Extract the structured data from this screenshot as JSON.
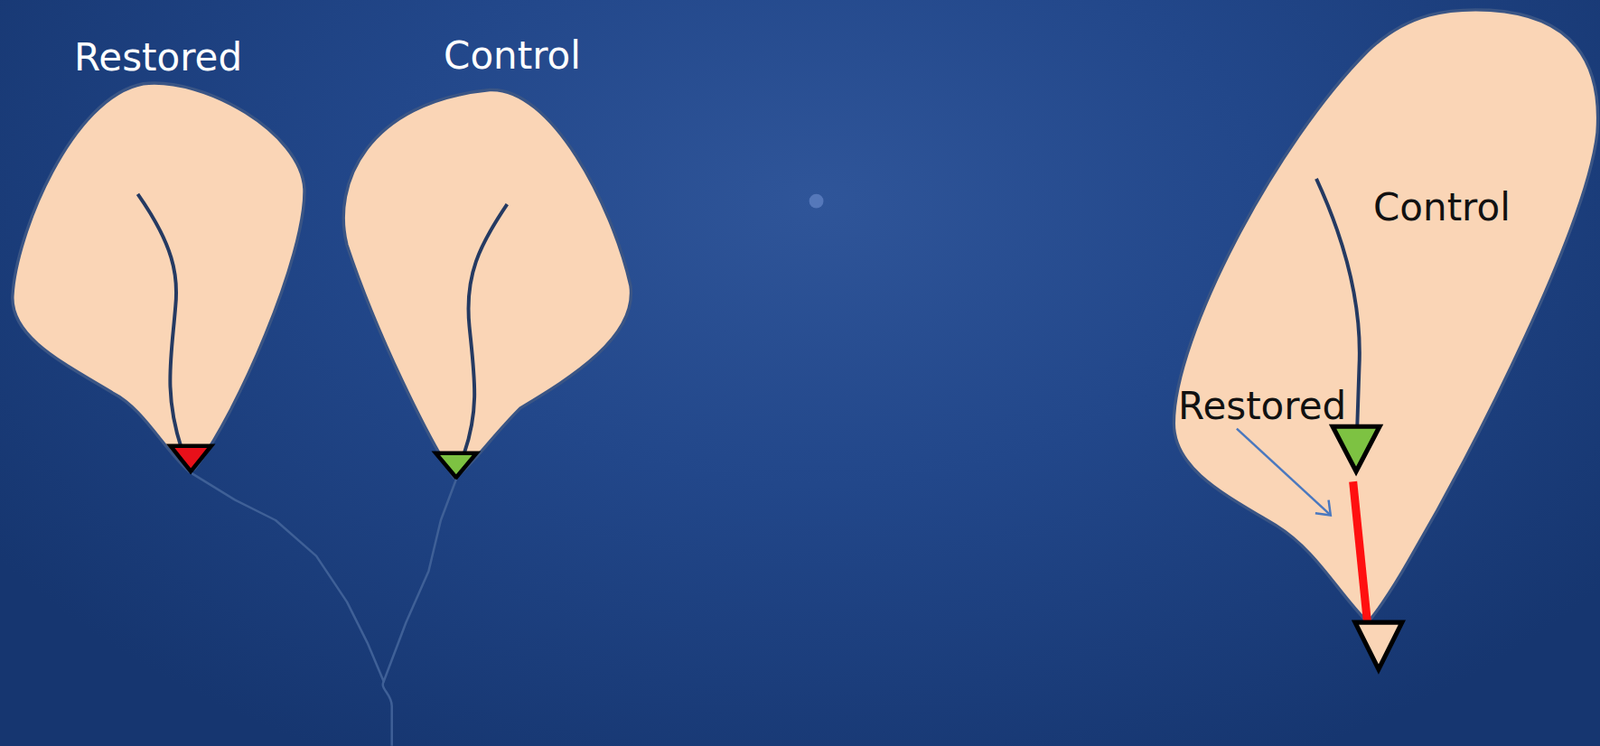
{
  "diagram": {
    "nodes": [
      {
        "text": [
          "Restored"
        ]
      },
      {
        "text": [
          "Control"
        ]
      },
      {
        "text": [
          "Control",
          "Restored"
        ]
      }
    ],
    "edges": [
      {
        "from": 0,
        "to": 1,
        "arrow": "none"
      }
    ]
  }
}
